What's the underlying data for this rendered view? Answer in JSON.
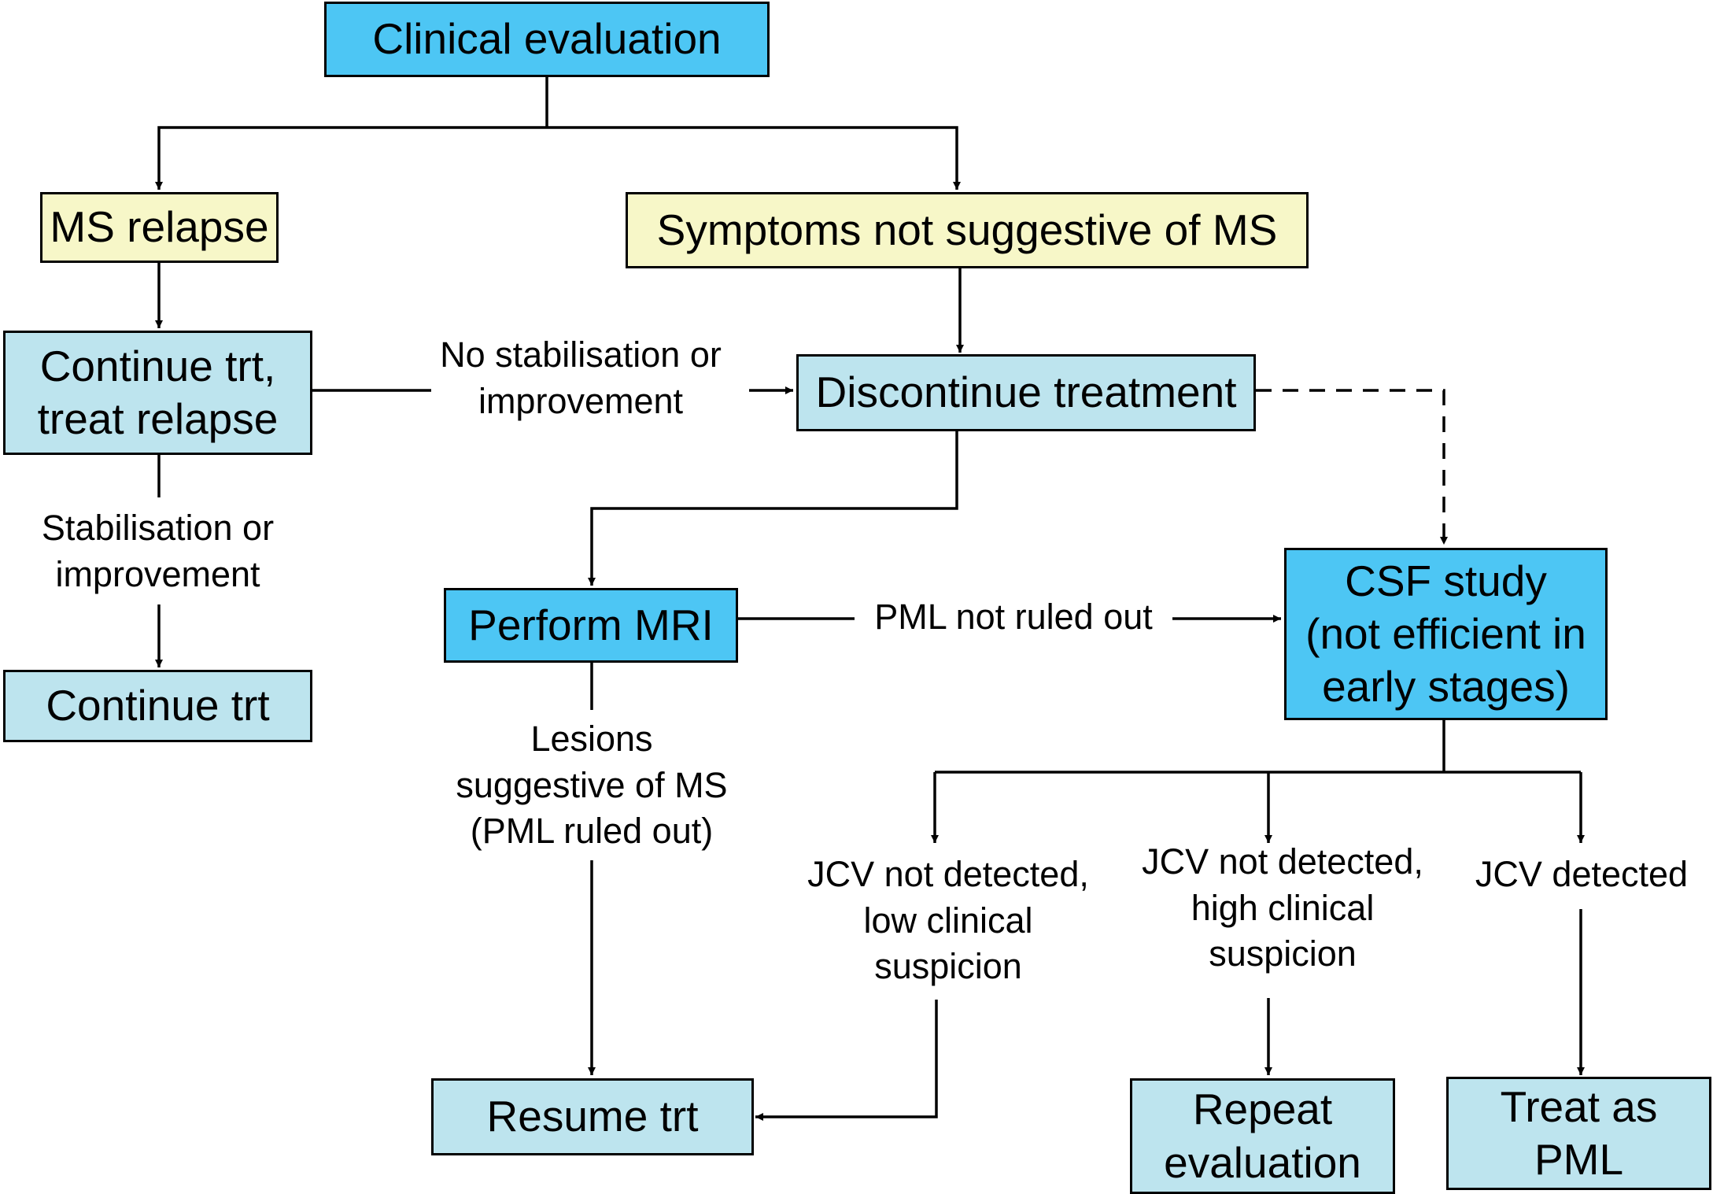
{
  "nodes": {
    "clinical_evaluation": "Clinical evaluation",
    "ms_relapse": "MS relapse",
    "symptoms_not_ms": "Symptoms not suggestive of MS",
    "continue_treat_relapse": {
      "line1": "Continue trt,",
      "line2": "treat relapse"
    },
    "discontinue_treatment": "Discontinue treatment",
    "continue_trt": "Continue trt",
    "perform_mri": "Perform MRI",
    "csf_study": {
      "line1": "CSF study",
      "line2": "(not efficient in",
      "line3": "early stages)"
    },
    "resume_trt": "Resume trt",
    "repeat_evaluation": {
      "line1": "Repeat",
      "line2": "evaluation"
    },
    "treat_as_pml": {
      "line1": "Treat as",
      "line2": "PML"
    }
  },
  "edge_labels": {
    "no_stabilisation": {
      "line1": "No stabilisation or",
      "line2": "improvement"
    },
    "stabilisation": {
      "line1": "Stabilisation or",
      "line2": "improvement"
    },
    "pml_not_ruled_out": "PML not ruled out",
    "lesions_ms": {
      "line1": "Lesions",
      "line2": "suggestive of MS",
      "line3": "(PML ruled out)"
    },
    "jcv_low": {
      "line1": "JCV not detected,",
      "line2": "low clinical",
      "line3": "suspicion"
    },
    "jcv_high": {
      "line1": "JCV not detected,",
      "line2": "high clinical",
      "line3": "suspicion"
    },
    "jcv_detected": "JCV detected"
  },
  "colors": {
    "primary_box": "#4dc6f4",
    "secondary_box": "#bde4ee",
    "category_box": "#f7f7c8"
  }
}
